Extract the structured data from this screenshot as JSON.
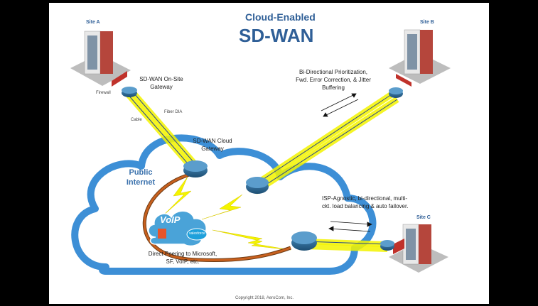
{
  "title": "Cloud-Enabled",
  "subtitle": "SD-WAN",
  "sites": {
    "a": "Site A",
    "b": "Site B",
    "c": "Site C"
  },
  "labels": {
    "firewall": "Firewall",
    "onsite_gateway_line1": "SD-WAN On-Site",
    "onsite_gateway_line2": "Gateway",
    "fiber_dia": "Fiber DIA",
    "cable": "Cable",
    "cloud_gateway_line1": "SD-WAN Cloud",
    "cloud_gateway_line2": "Gateway",
    "public_internet_line1": "Public",
    "public_internet_line2": "Internet",
    "bidir_line1": "Bi-Directional Prioritization,",
    "bidir_line2": "Fwd. Error Correction, & Jitter",
    "bidir_line3": "Buffering",
    "isp_line1": "ISP-Agnostic, bi-directional, multi-",
    "isp_line2": "ckt. load balancing & auto failover.",
    "direct_line1": "Direct Peering to Microsoft,",
    "direct_line2": "SF, VoIP, etc.",
    "voip": "VoIP",
    "salesforce": "salesforce"
  },
  "copyright": "Copyright 2018, AeroCom, Inc.",
  "colors": {
    "title": "#2f5f97",
    "cloud": "#3d8fd6",
    "link": "#f4f400",
    "orange": "#c8601e",
    "router": "#2f6f99"
  }
}
